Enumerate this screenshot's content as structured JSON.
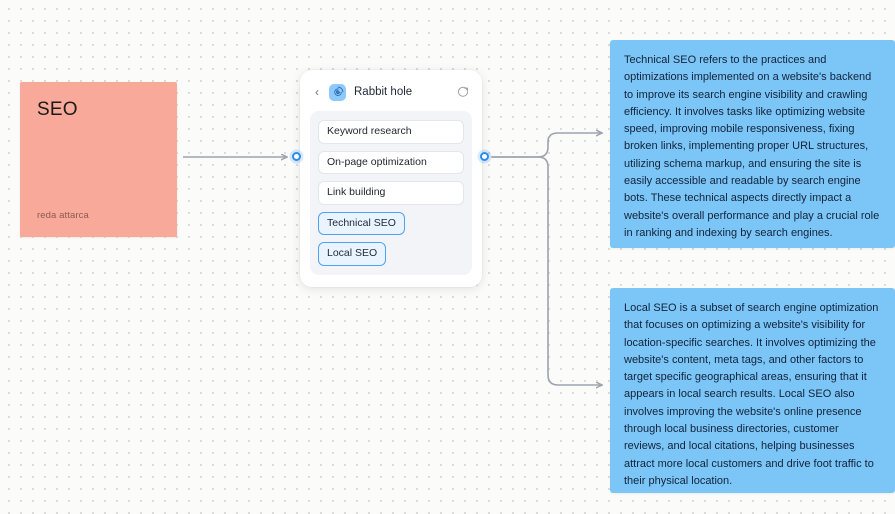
{
  "canvas": {
    "background_color": "#fbfbfa",
    "dot_color": "#d6d6d4"
  },
  "seo_node": {
    "title": "SEO",
    "author": "reda attarca",
    "color": "#f9a99a"
  },
  "rabbit_hole_card": {
    "back_label": "‹",
    "logo_icon": "spiral-icon",
    "title": "Rabbit hole",
    "refresh_icon": "refresh-icon",
    "chips": [
      {
        "label": "Keyword research",
        "selected": false
      },
      {
        "label": "On-page optimization",
        "selected": false
      },
      {
        "label": "Link building",
        "selected": false
      },
      {
        "label": "Technical SEO",
        "selected": true
      },
      {
        "label": "Local SEO",
        "selected": true
      }
    ]
  },
  "ports": {
    "left_label": "input-port",
    "right_label": "output-port",
    "color": "#2b8cf0"
  },
  "notes": [
    {
      "id": "technical-seo",
      "color": "#7cc5f7",
      "text": "Technical SEO refers to the practices and optimizations implemented on a website's backend to improve its search engine visibility and crawling efficiency. It involves tasks like optimizing website speed, improving mobile responsiveness, fixing broken links, implementing proper URL structures, utilizing schema markup, and ensuring the site is easily accessible and readable by search engine bots. These technical aspects directly impact a website's overall performance and play a crucial role in ranking and indexing by search engines."
    },
    {
      "id": "local-seo",
      "color": "#7cc5f7",
      "text": "Local SEO is a subset of search engine optimization that focuses on optimizing a website's visibility for location-specific searches. It involves optimizing the website's content, meta tags, and other factors to target specific geographical areas, ensuring that it appears in local search results. Local SEO also involves improving the website's online presence through local business directories, customer reviews, and local citations, helping businesses attract more local customers and drive foot traffic to their physical location."
    }
  ],
  "edges": {
    "stroke_color": "#9ca3af",
    "stroke_width": 1.6
  }
}
